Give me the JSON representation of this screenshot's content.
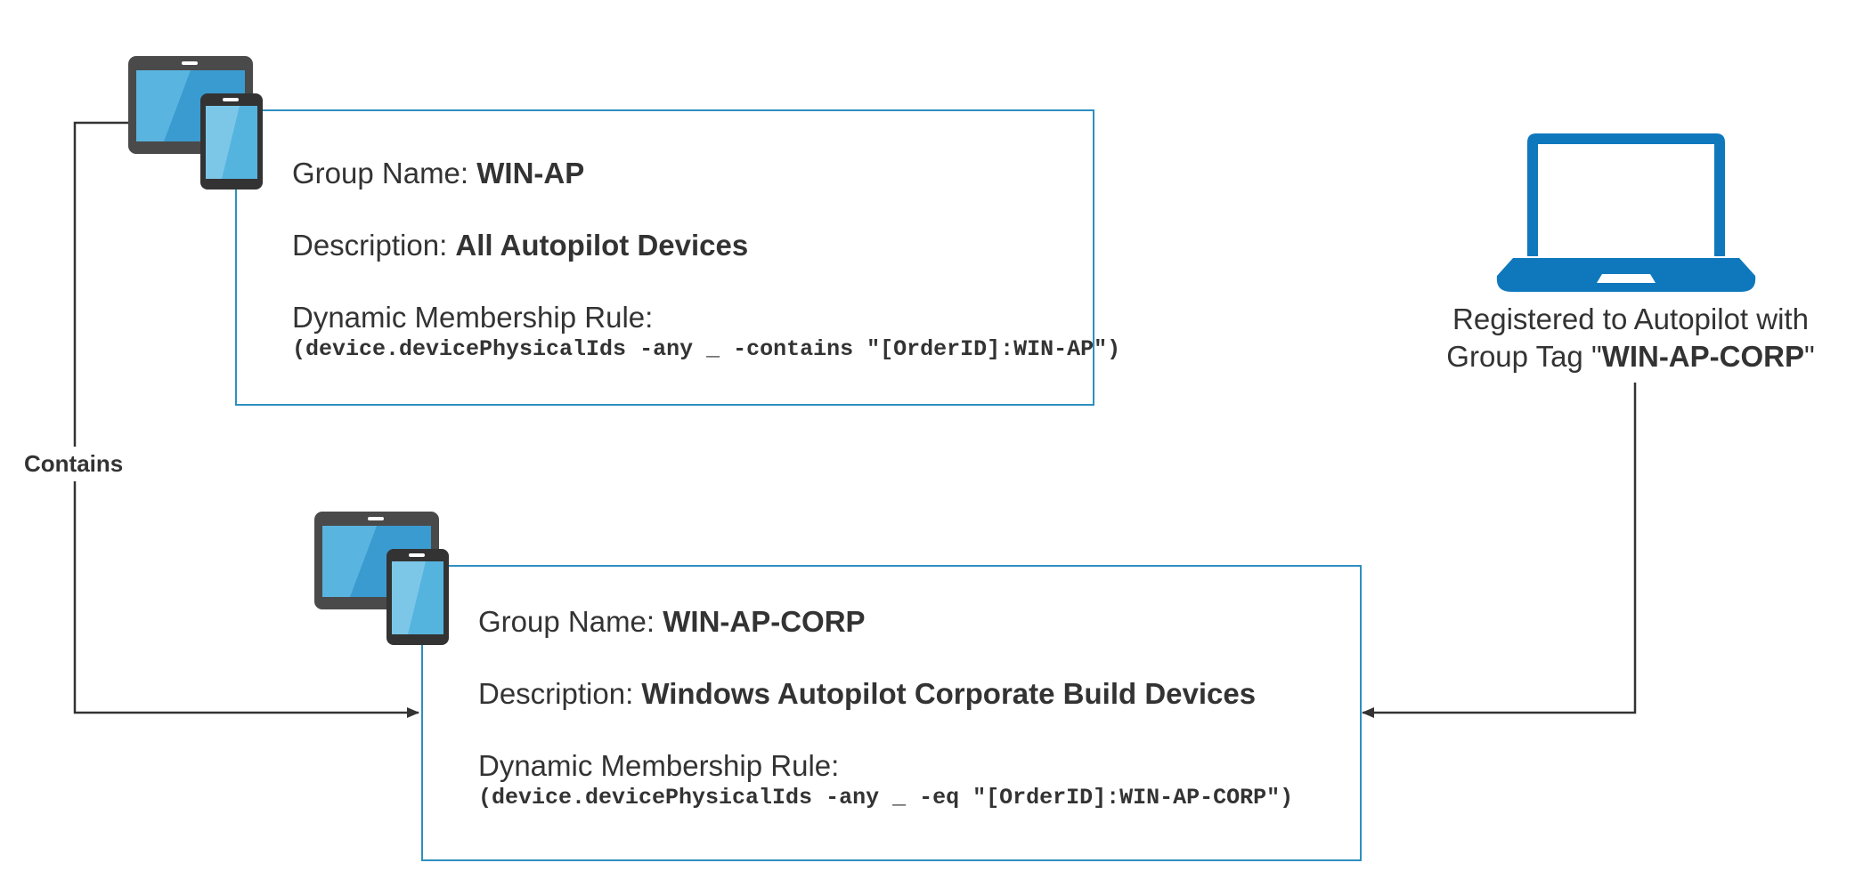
{
  "connectors": {
    "contains_label": "Contains"
  },
  "groups": [
    {
      "name_label": "Group Name: ",
      "name_value": "WIN-AP",
      "description_label": "Description: ",
      "description_value": "All Autopilot Devices",
      "rule_label": "Dynamic Membership Rule:",
      "rule_value": "(device.devicePhysicalIds -any _ -contains \"[OrderID]:WIN-AP\")"
    },
    {
      "name_label": "Group Name: ",
      "name_value": "WIN-AP-CORP",
      "description_label": "Description: ",
      "description_value": "Windows Autopilot Corporate Build Devices",
      "rule_label": "Dynamic Membership Rule:",
      "rule_value": "(device.devicePhysicalIds -any _ -eq \"[OrderID]:WIN-AP-CORP\")"
    }
  ],
  "laptop": {
    "line1": "Registered to Autopilot with",
    "line2_prefix": "Group Tag \"",
    "line2_tag": "WIN-AP-CORP",
    "line2_suffix": "\""
  },
  "colors": {
    "box_border": "#2e8fc0",
    "laptop_blue": "#0f78bd",
    "connector": "#333333"
  }
}
